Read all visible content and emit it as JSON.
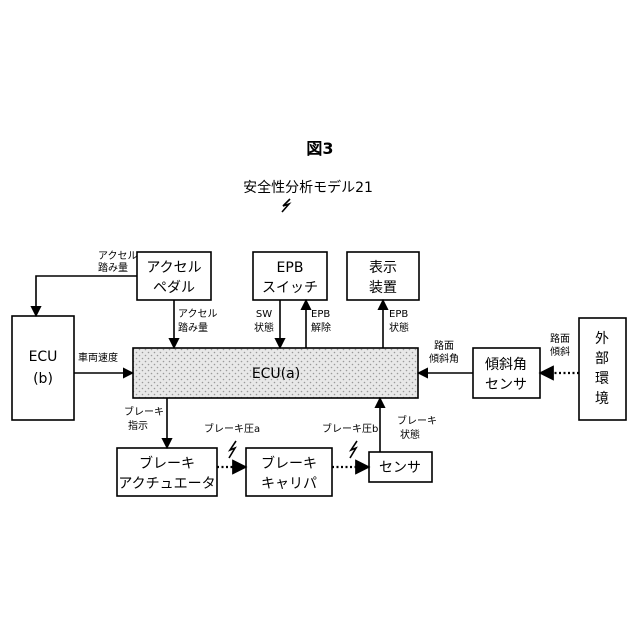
{
  "figure": {
    "title": "図3",
    "model_name": "安全性分析モデル21"
  },
  "blocks": {
    "accel_pedal": [
      "アクセル",
      "ペダル"
    ],
    "epb_switch": [
      "EPB",
      "スイッチ"
    ],
    "display": [
      "表示",
      "装置"
    ],
    "ecu_b": [
      "ECU",
      "(b)"
    ],
    "ecu_a": "ECU(a)",
    "tilt_sensor": [
      "傾斜角",
      "センサ"
    ],
    "external_env": [
      "外",
      "部",
      "環",
      "境"
    ],
    "brake_actuator": [
      "ブレーキ",
      "アクチュエータ"
    ],
    "brake_caliper": [
      "ブレーキ",
      "キャリパ"
    ],
    "sensor": "センサ"
  },
  "signals": {
    "accel_amount_top": [
      "アクセル",
      "踏み量"
    ],
    "accel_amount": [
      "アクセル",
      "踏み量"
    ],
    "sw_state": [
      "SW",
      "状態"
    ],
    "epb_release": [
      "EPB",
      "解除"
    ],
    "epb_state": [
      "EPB",
      "状態"
    ],
    "road_tilt_angle": [
      "路面",
      "傾斜角"
    ],
    "road_tilt": [
      "路面",
      "傾斜"
    ],
    "vehicle_speed": "車両速度",
    "brake_command": [
      "ブレーキ",
      "指示"
    ],
    "brake_pressure_a": "ブレーキ圧a",
    "brake_pressure_b": "ブレーキ圧b",
    "brake_state": [
      "ブレーキ",
      "状態"
    ]
  },
  "colors": {
    "line": "#000000",
    "ecu_a_fill": "#e8e8e8",
    "ecu_a_dots": "#9a9a9a"
  }
}
